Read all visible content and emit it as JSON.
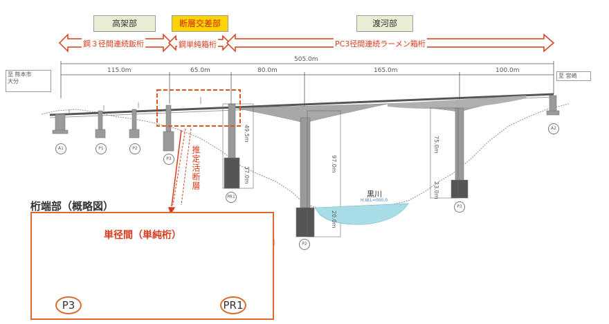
{
  "sections": {
    "kouka": "高架部",
    "dansou": "断層交差部",
    "toka": "渡河部"
  },
  "girders": {
    "steel3": "鋼３径間連続鈑桁",
    "steel_simple": "鋼単純箱桁",
    "pc3": "PC3径間連続ラーメン箱桁"
  },
  "total_length": "505.0m",
  "spans": [
    "115.0m",
    "65.0m",
    "80.0m",
    "165.0m",
    "100.0m"
  ],
  "ends": {
    "left": "至 熊本市\n大分",
    "right": "至 宮崎"
  },
  "pier_heights": {
    "pr1": "49.5m",
    "pr1_found": "37.0m",
    "p2": "97.0m",
    "p2_found": "20.0m",
    "p3": "75.0m",
    "p3_found": "23.0m"
  },
  "supports": [
    "A1",
    "P1",
    "P2",
    "P3",
    "PR1",
    "P2",
    "P3",
    "A2"
  ],
  "river": {
    "name": "黒川",
    "level": "H.W.L=000.0"
  },
  "fault_label": "推定活断層",
  "inset": {
    "title": "桁端部（概略図）",
    "span_label": "単径間（単純桁）",
    "left_pier": "P3",
    "right_pier": "PR1"
  }
}
